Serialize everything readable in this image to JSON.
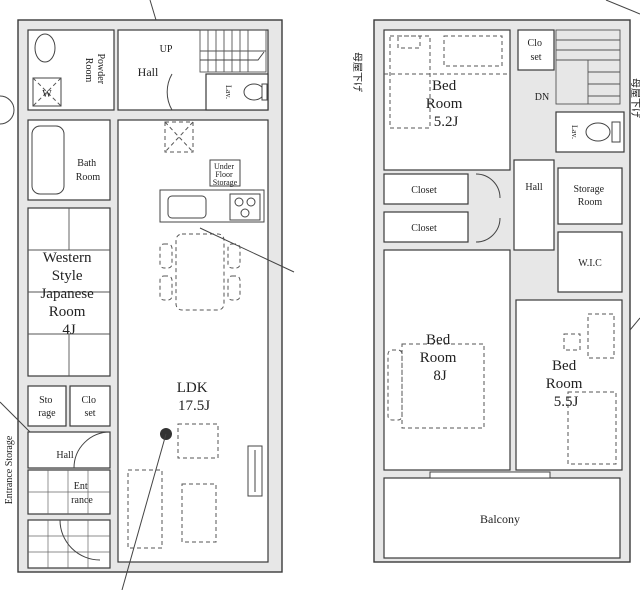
{
  "first_floor": {
    "powder_room": "Powder\nRoom",
    "washer": "W",
    "up": "UP",
    "hall_top": "Hall",
    "lav_top": "Lav.",
    "bath_room": "Bath\nRoom",
    "under_floor_storage": "Under\nFloor\nStorage",
    "western_room": "Western\nStyle\nJapanese\nRoom\n4J",
    "ldk": "LDK\n17.5J",
    "storage_small": "Sto\nrage",
    "closet_small": "Clo\nset",
    "hall_bottom": "Hall",
    "entrance_storage": "Entrance Storage",
    "entrance": "Ent\nrance"
  },
  "second_floor": {
    "ceiling_note_left": "母屋下げ",
    "ceiling_note_right": "母屋下げ",
    "bed_room_1": "Bed\nRoom\n5.2J",
    "closet_top": "Clo\nset",
    "dn": "DN",
    "lav": "Lav.",
    "closet_1": "Closet",
    "closet_2": "Closet",
    "hall": "Hall",
    "storage_room": "Storage\nRoom",
    "wic": "W.I.C",
    "bed_room_2": "Bed\nRoom\n8J",
    "bed_room_3": "Bed\nRoom\n5.5J",
    "balcony": "Balcony"
  },
  "colors": {
    "wall": "#e7e7e7",
    "line": "#3a3a3a"
  }
}
